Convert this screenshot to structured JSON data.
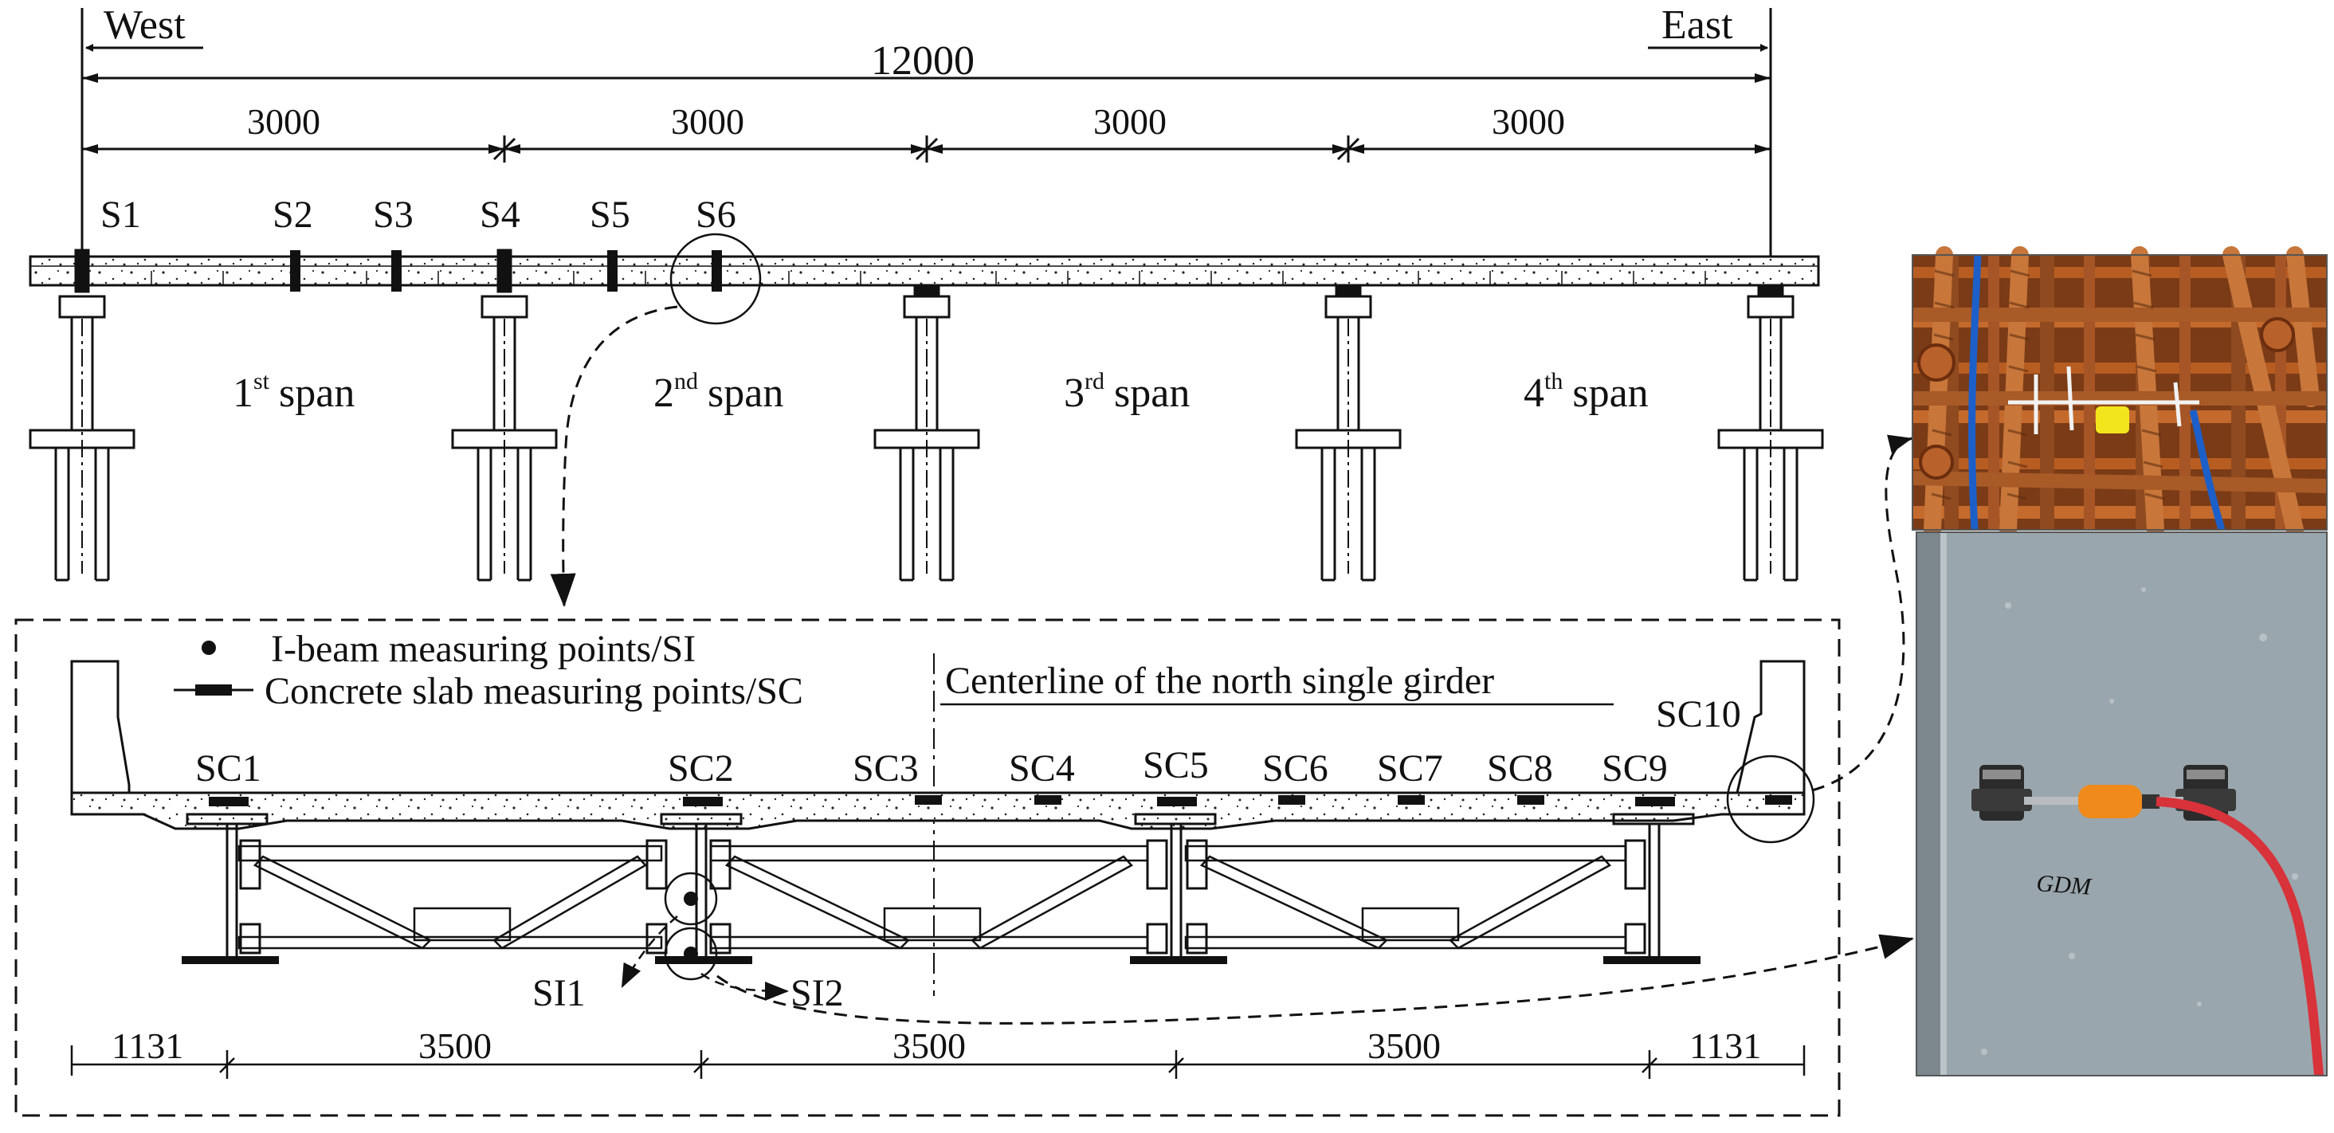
{
  "elevation": {
    "direction_west": "West",
    "direction_east": "East",
    "total_length": "12000",
    "span_lengths": [
      "3000",
      "3000",
      "3000",
      "3000"
    ],
    "measuring_sections": [
      "S1",
      "S2",
      "S3",
      "S4",
      "S5",
      "S6"
    ],
    "spans": [
      {
        "num": "1",
        "sup": "st",
        "word": "span"
      },
      {
        "num": "2",
        "sup": "nd",
        "word": "span"
      },
      {
        "num": "3",
        "sup": "rd",
        "word": "span"
      },
      {
        "num": "4",
        "sup": "th",
        "word": "span"
      }
    ]
  },
  "cross_section": {
    "legend": {
      "ibeam_label": "I-beam measuring points/SI",
      "slab_label": "Concrete slab measuring points/SC"
    },
    "centerline_label": "Centerline of the north single girder",
    "slab_points": [
      "SC1",
      "SC2",
      "SC3",
      "SC4",
      "SC5",
      "SC6",
      "SC7",
      "SC8",
      "SC9",
      "SC10"
    ],
    "ibeam_points": [
      "SI1",
      "SI2"
    ],
    "bottom_dimensions": [
      "1131",
      "3500",
      "3500",
      "3500",
      "1131"
    ]
  },
  "photos": {
    "top": {
      "name": "rebar-strain-gauge-photo",
      "text": ""
    },
    "bottom": {
      "name": "steel-web-strain-gauge-photo",
      "text": "GDM"
    }
  },
  "colors": {
    "line": "#111111",
    "rust": "#a8531f",
    "steel_gray": "#9aa6ad",
    "cable_red": "#d8323a",
    "cable_blue": "#1d5fc8",
    "sensor_orange": "#f08a1a",
    "sensor_yellow": "#f3e51c"
  }
}
